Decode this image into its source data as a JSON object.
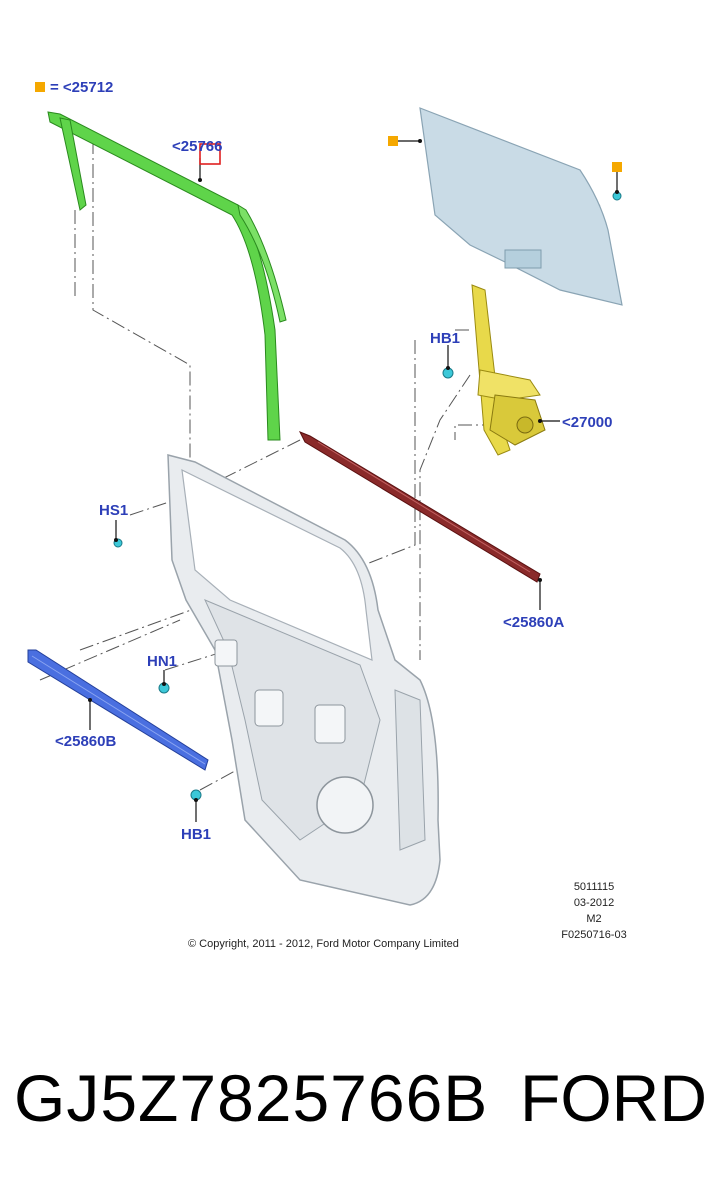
{
  "legend": {
    "text": "= <25712"
  },
  "callouts": {
    "glass_run": "<25766",
    "window_regulator": "<27000",
    "belt_weatherstrip": "<25860A",
    "lower_weatherstrip": "<25860B",
    "bolt_regulator_upper": "HB1",
    "bolt_lower": "HB1",
    "screw_hs1": "HS1",
    "nut_hn1": "HN1"
  },
  "meta": {
    "ref_number": "5011115",
    "date": "03-2012",
    "revision": "M2",
    "figure_id": "F0250716-03"
  },
  "copyright": "© Copyright, 2011 - 2012, Ford Motor Company Limited",
  "caption": {
    "part_number": "GJ5Z7825766B",
    "brand": "FORD"
  },
  "colors": {
    "callout_text": "#2d3fb8",
    "marker": "#f5a800",
    "glass_run_channel": "#5fd44a",
    "window_glass": "#c9dbe6",
    "regulator": "#e8d94a",
    "belt_strip": "#8a2a2a",
    "lower_strip": "#4a6fe0",
    "door_panel": "#e9ecef",
    "fastener": "#3cc8d8",
    "highlight_box": "#e02020"
  }
}
